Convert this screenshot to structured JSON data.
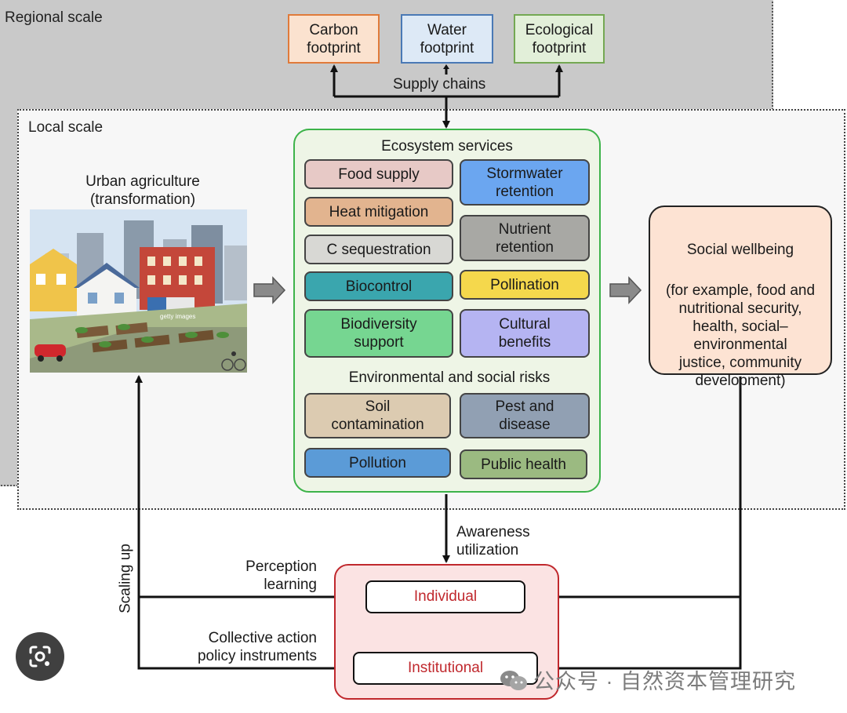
{
  "regional_scale_label": "Regional scale",
  "local_scale_label": "Local scale",
  "footprints": [
    {
      "label": "Carbon\nfootprint",
      "fill": "#fbe2cf",
      "border": "#e07a3a"
    },
    {
      "label": "Water\nfootprint",
      "fill": "#dde9f6",
      "border": "#4a79b5"
    },
    {
      "label": "Ecological\nfootprint",
      "fill": "#e2efd9",
      "border": "#74a853"
    }
  ],
  "supply_chains_label": "Supply  chains",
  "urban_agriculture_title": "Urban agriculture\n(transformation)",
  "photo_watermark": "getty images",
  "ecosystem_services": {
    "title": "Ecosystem services",
    "items": [
      {
        "label": "Food supply",
        "fill": "#e7c9c6"
      },
      {
        "label": "Stormwater\nretention",
        "fill": "#6ba6f0"
      },
      {
        "label": "Heat mitigation",
        "fill": "#e2b48f"
      },
      {
        "label": "Nutrient\nretention",
        "fill": "#a8a8a4"
      },
      {
        "label": "C sequestration",
        "fill": "#d8d8d4"
      },
      {
        "label": "Biocontrol",
        "fill": "#3aa6ae"
      },
      {
        "label": "Pollination",
        "fill": "#f5d84c"
      },
      {
        "label": "Biodiversity\nsupport",
        "fill": "#76d691"
      },
      {
        "label": "Cultural\nbenefits",
        "fill": "#b5b4f2"
      }
    ]
  },
  "risks": {
    "title": "Environmental and social risks",
    "items": [
      {
        "label": "Soil\ncontamination",
        "fill": "#dccbb1"
      },
      {
        "label": "Pest and\ndisease",
        "fill": "#91a0b3"
      },
      {
        "label": "Pollution",
        "fill": "#5b9bd7"
      },
      {
        "label": "Public health",
        "fill": "#9bba81"
      }
    ]
  },
  "social_wellbeing": {
    "title": "Social wellbeing",
    "body": "(for example, food and\nnutritional security,\nhealth, social–\nenvironmental\njustice, community\ndevelopment)"
  },
  "awareness_label": "Awareness\nutilization",
  "perception_label": "Perception\nlearning",
  "collective_label": "Collective action\npolicy instruments",
  "scaling_up_label": "Scaling up",
  "individual_label": "Individual",
  "institutional_label": "Institutional",
  "watermark_text": "公众号 · 自然资本管理研究",
  "colors": {
    "regional_bg": "#c9c9c9",
    "local_bg": "#f7f7f7",
    "ecosystem_border": "#3db34a",
    "governance_border": "#c0282d",
    "wellbeing_fill": "#fde3d3"
  }
}
